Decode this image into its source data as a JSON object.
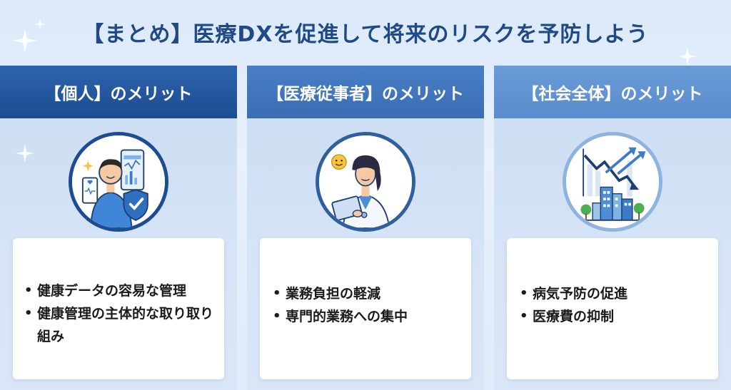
{
  "title": "【まとめ】医療DXを促進して将来のリスクを予防しよう",
  "panels": [
    {
      "header": "【個人】のメリット",
      "icon": "person-smartphone-shield-icon",
      "items": [
        "健康データの容易な管理",
        "健康管理の主体的な取り取り組み"
      ]
    },
    {
      "header": "【医療従事者】のメリット",
      "icon": "doctor-tablet-icon",
      "items": [
        "業務負担の軽減",
        "専門的業務への集中"
      ]
    },
    {
      "header": "【社会全体】のメリット",
      "icon": "city-declining-cost-chart-icon",
      "items": [
        "病気予防の促進",
        "医療費の抑制"
      ]
    }
  ],
  "colors": {
    "title": "#1f4a86",
    "header_dark": "#1d4c92",
    "header_mid": "#3a6db4",
    "header_light": "#5a8bcc"
  }
}
